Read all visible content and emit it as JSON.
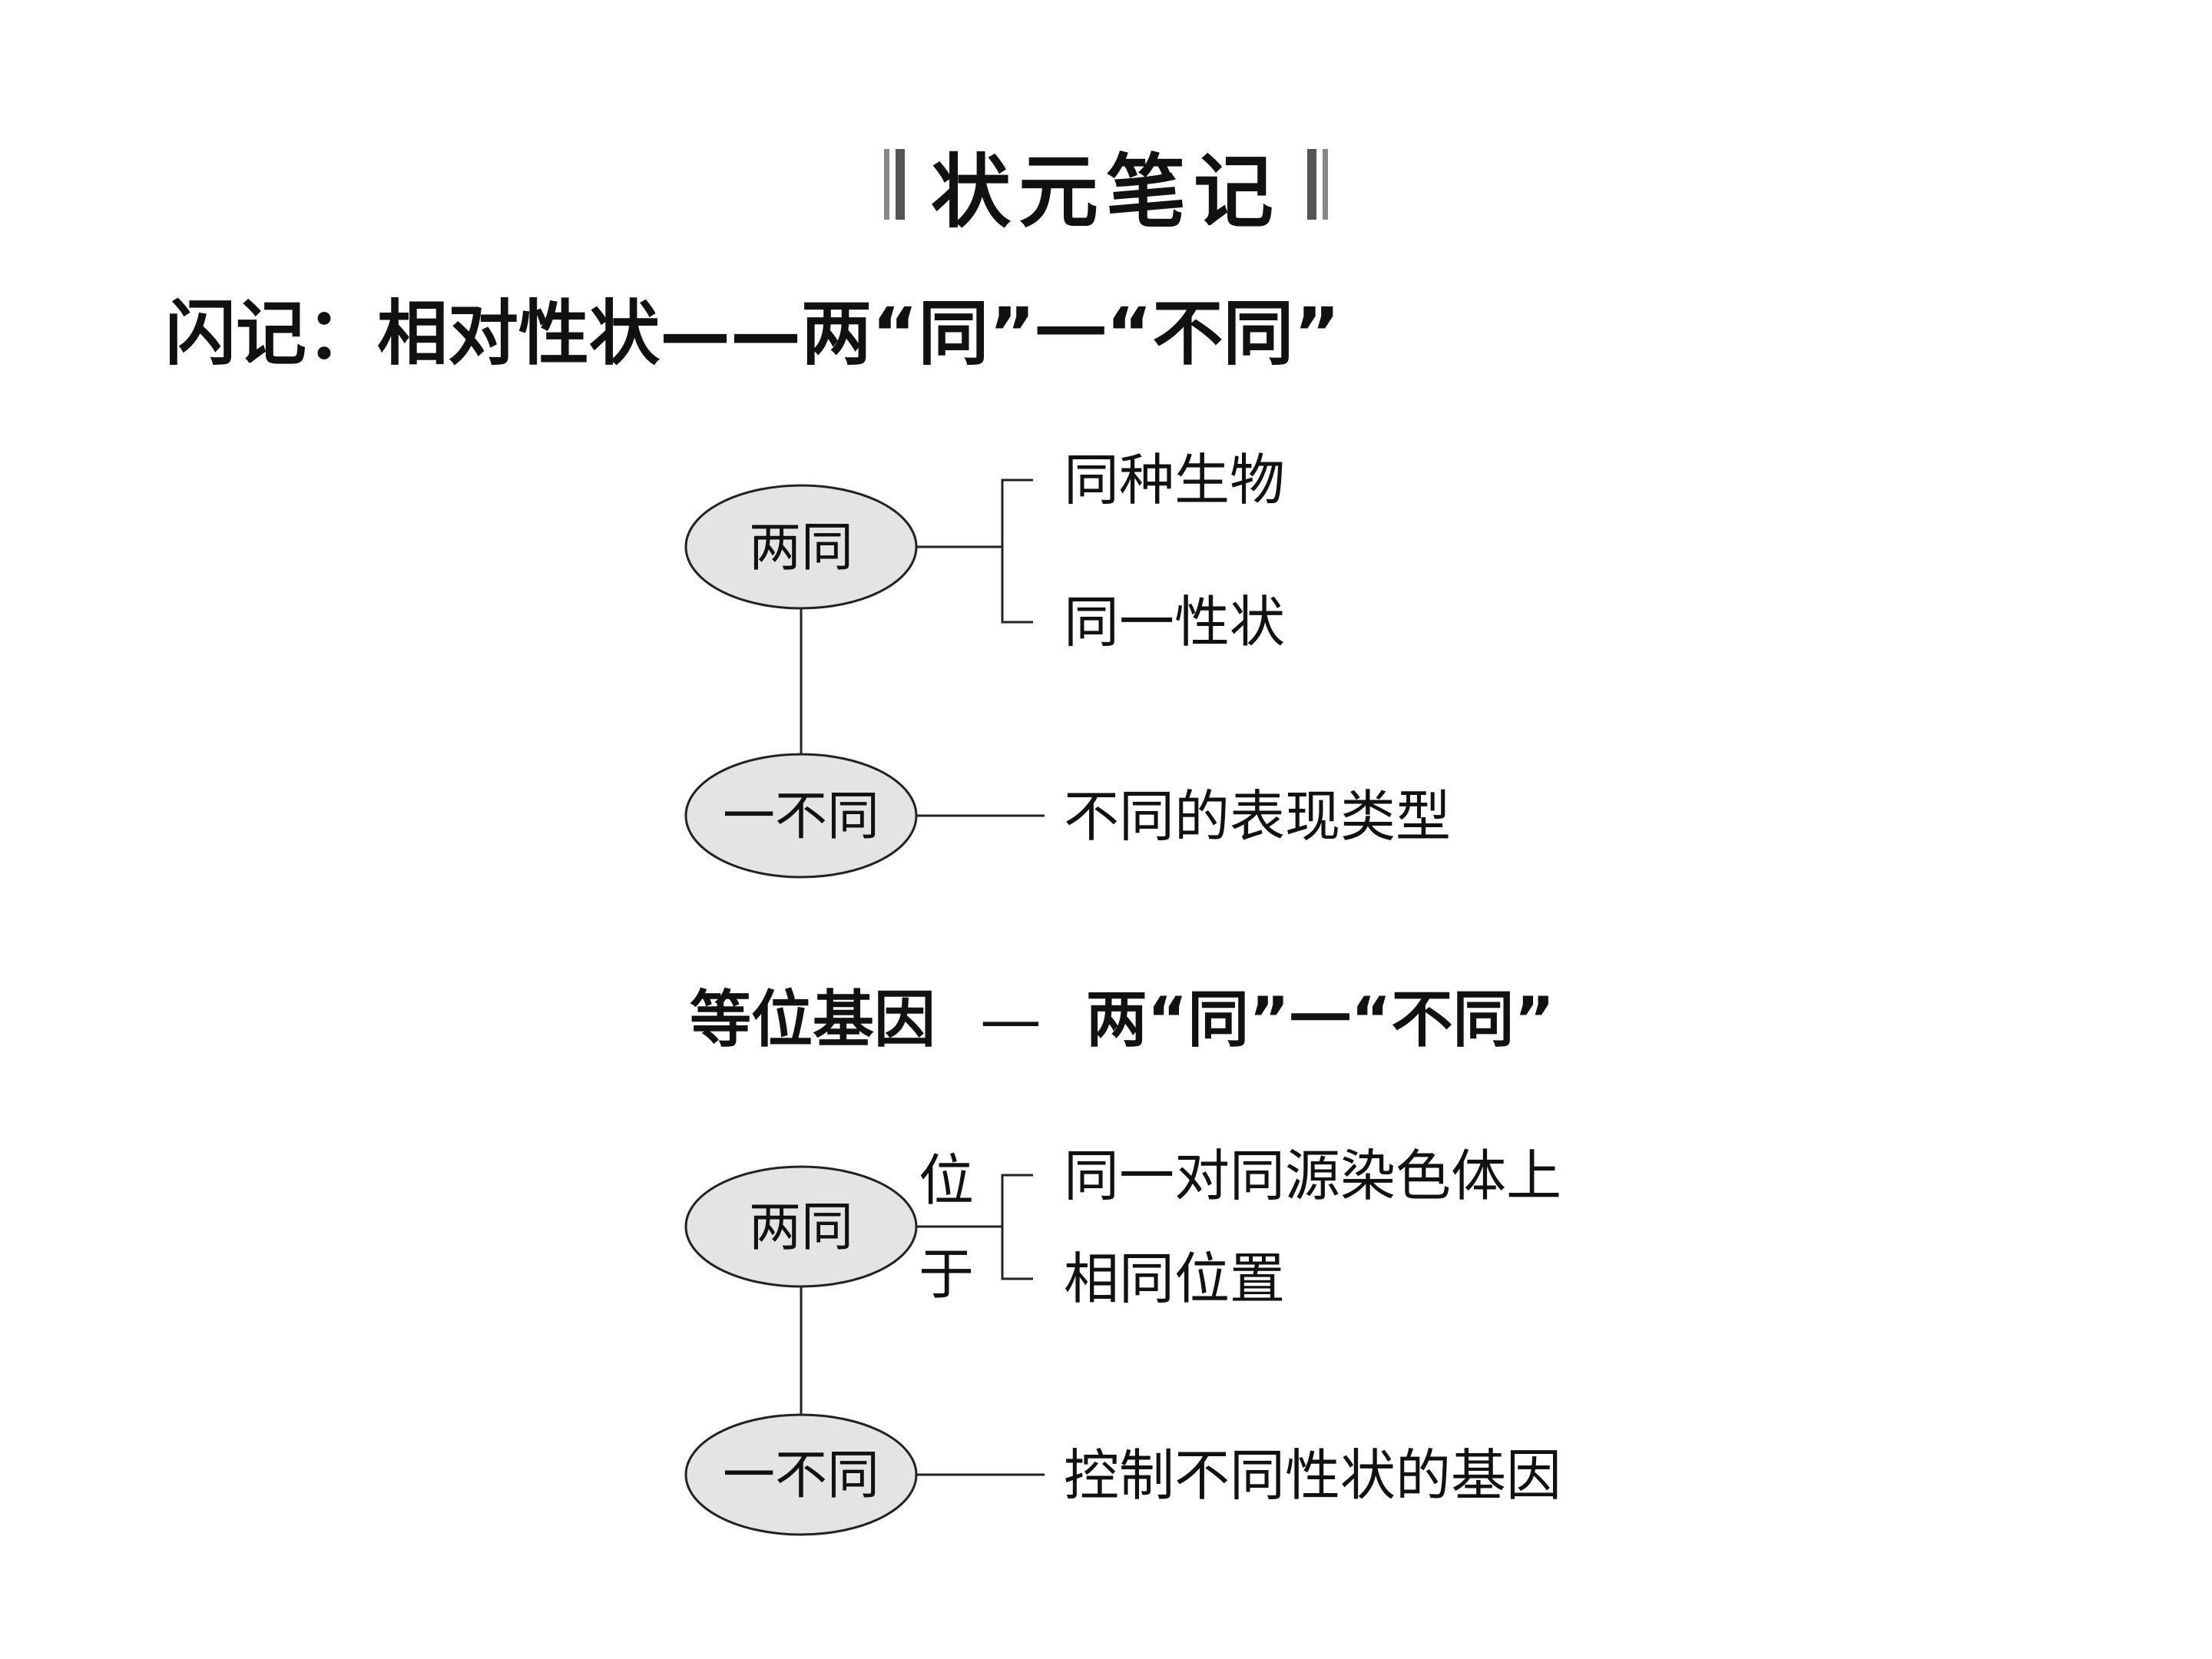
{
  "title": "状元笔记",
  "note1": {
    "label": "闪记：相对性状",
    "dash": "——",
    "rule": "两“同”一“不同”"
  },
  "diagram1": {
    "top_node": "两同",
    "top_children": [
      "同种生物",
      "同一性状"
    ],
    "bottom_node": "一不同",
    "bottom_child": "不同的表现类型"
  },
  "note2": {
    "label": "等位基因",
    "dash": "—",
    "rule": "两“同”一“不同”"
  },
  "diagram2": {
    "top_node": "两同",
    "connector_top": "位",
    "connector_bottom": "于",
    "top_children": [
      "同一对同源染色体上",
      "相同位置"
    ],
    "bottom_node": "一不同",
    "bottom_child": "控制不同性状的基因"
  }
}
